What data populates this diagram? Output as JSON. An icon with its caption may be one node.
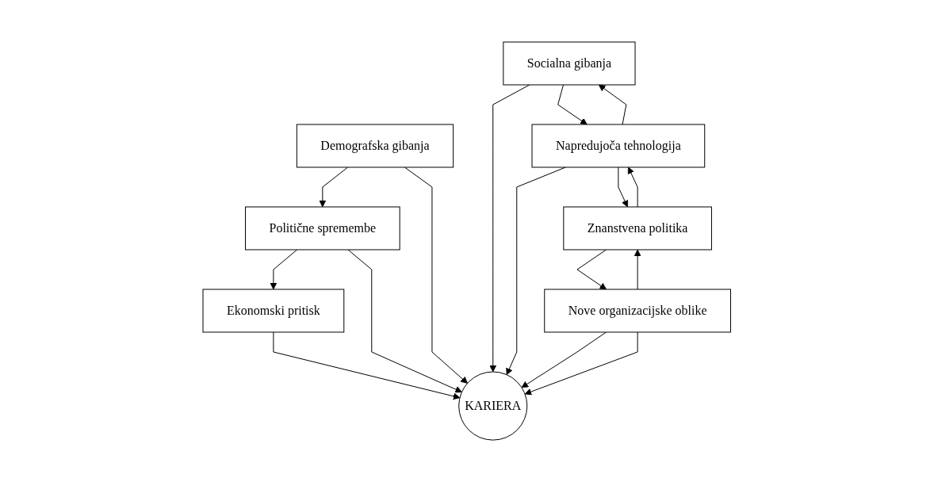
{
  "diagram": {
    "nodes": [
      {
        "text": [
          "Politične spremembe"
        ]
      },
      {
        "text": [
          "Ekonomski pritisk"
        ]
      },
      {
        "text": [
          "Demografska gibanja"
        ]
      },
      {
        "text": [
          "KARIERA"
        ]
      },
      {
        "text": [
          "Socialna gibanja"
        ]
      },
      {
        "text": [
          "Nove organizacijske oblike"
        ]
      },
      {
        "text": [
          "Napredujoča tehnologija"
        ]
      },
      {
        "text": [
          "Znanstvena politika"
        ]
      }
    ],
    "edges": [
      {
        "from": 2,
        "to": 0,
        "arrow": "to"
      },
      {
        "from": 0,
        "to": 1,
        "arrow": "to"
      },
      {
        "from": 0,
        "to": 3,
        "arrow": "to"
      },
      {
        "from": 2,
        "to": 3,
        "arrow": "to"
      },
      {
        "from": 1,
        "to": 3,
        "arrow": "to"
      },
      {
        "from": 5,
        "to": 3,
        "arrow": "to"
      },
      {
        "from": 4,
        "to": 3,
        "arrow": "to"
      },
      {
        "from": 6,
        "to": 3,
        "arrow": "to"
      },
      {
        "from": 5,
        "to": 3,
        "arrow": "to"
      },
      {
        "from": 4,
        "to": 6,
        "arrow": "to"
      },
      {
        "from": 6,
        "to": 4,
        "arrow": "to"
      },
      {
        "from": 7,
        "to": 6,
        "arrow": "to"
      },
      {
        "from": 6,
        "to": 7,
        "arrow": "to"
      },
      {
        "from": 5,
        "to": 7,
        "arrow": "to"
      },
      {
        "from": 7,
        "to": 5,
        "arrow": "to"
      }
    ]
  }
}
